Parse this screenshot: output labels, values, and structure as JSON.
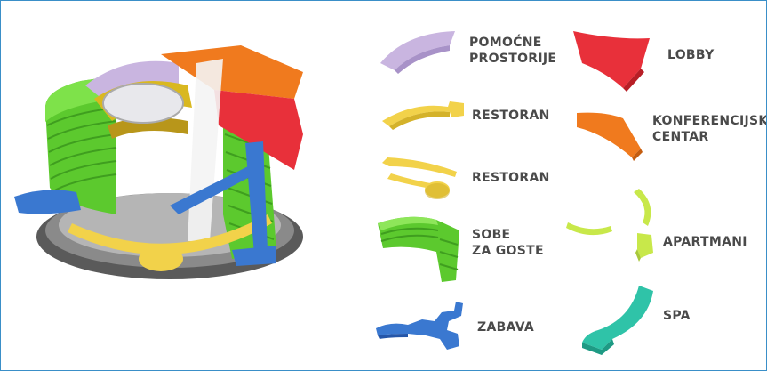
{
  "legend": [
    {
      "id": "pomocne",
      "label": "POMOĆNE\nPROSTORIJE",
      "color": "#c9b5e0"
    },
    {
      "id": "lobby",
      "label": "LOBBY",
      "color": "#e8303a"
    },
    {
      "id": "restoran1",
      "label": "RESTORAN",
      "color": "#f2d24a"
    },
    {
      "id": "konferencijski",
      "label": "KONFERENCIJSKI\nCENTAR",
      "color": "#f07a1e"
    },
    {
      "id": "restoran2",
      "label": "RESTORAN",
      "color": "#f2d24a"
    },
    {
      "id": "sobe",
      "label": "SOBE\nZA GOSTE",
      "color": "#6fd63a"
    },
    {
      "id": "apartmani",
      "label": "APARTMANI",
      "color": "#c8e84a"
    },
    {
      "id": "zabava",
      "label": "ZABAVA",
      "color": "#3a78d0"
    },
    {
      "id": "spa",
      "label": "SPA",
      "color": "#2fc3a8"
    }
  ]
}
